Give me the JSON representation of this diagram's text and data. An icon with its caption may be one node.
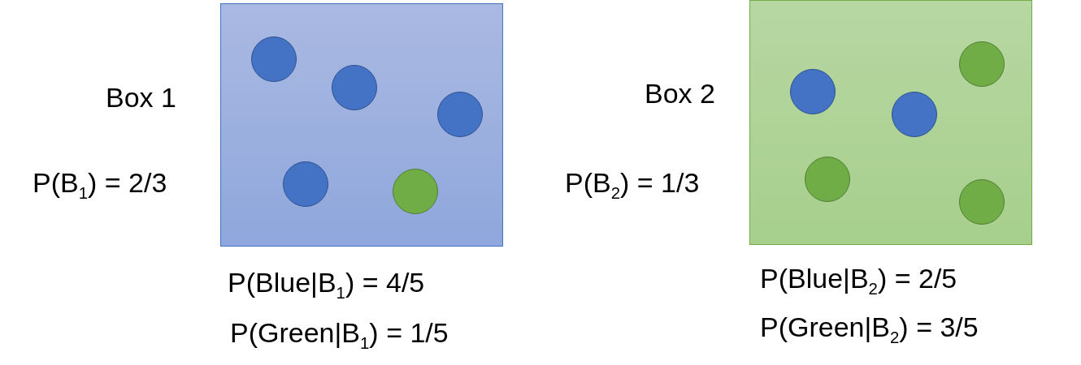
{
  "diagram": {
    "nodes": [
      {
        "text": [],
        "shape": "box",
        "beside": [
          "Box 1",
          "P(B$_{1}$) = 2/3",
          "P(Blue|B$_{1}$) = 4/5",
          "P(Green|B$_{1}$) = 1/5"
        ]
      },
      {
        "text": [],
        "shape": "circle",
        "in": 0
      },
      {
        "text": [],
        "shape": "circle",
        "in": 0
      },
      {
        "text": [],
        "shape": "circle",
        "in": 0
      },
      {
        "text": [],
        "shape": "circle",
        "in": 0
      },
      {
        "text": [],
        "shape": "circle",
        "in": 0
      },
      {
        "text": [],
        "shape": "box",
        "beside": [
          "Box 2",
          "P(B$_{2}$) = 1/3",
          "P(Blue|B$_{2}$) = 2/5",
          "P(Green|B$_{2}$) = 3/5"
        ]
      },
      {
        "text": [],
        "shape": "circle",
        "in": 6
      },
      {
        "text": [],
        "shape": "circle",
        "in": 6
      },
      {
        "text": [],
        "shape": "circle",
        "in": 6
      },
      {
        "text": [],
        "shape": "circle",
        "in": 6
      },
      {
        "text": [],
        "shape": "circle",
        "in": 6
      }
    ]
  }
}
